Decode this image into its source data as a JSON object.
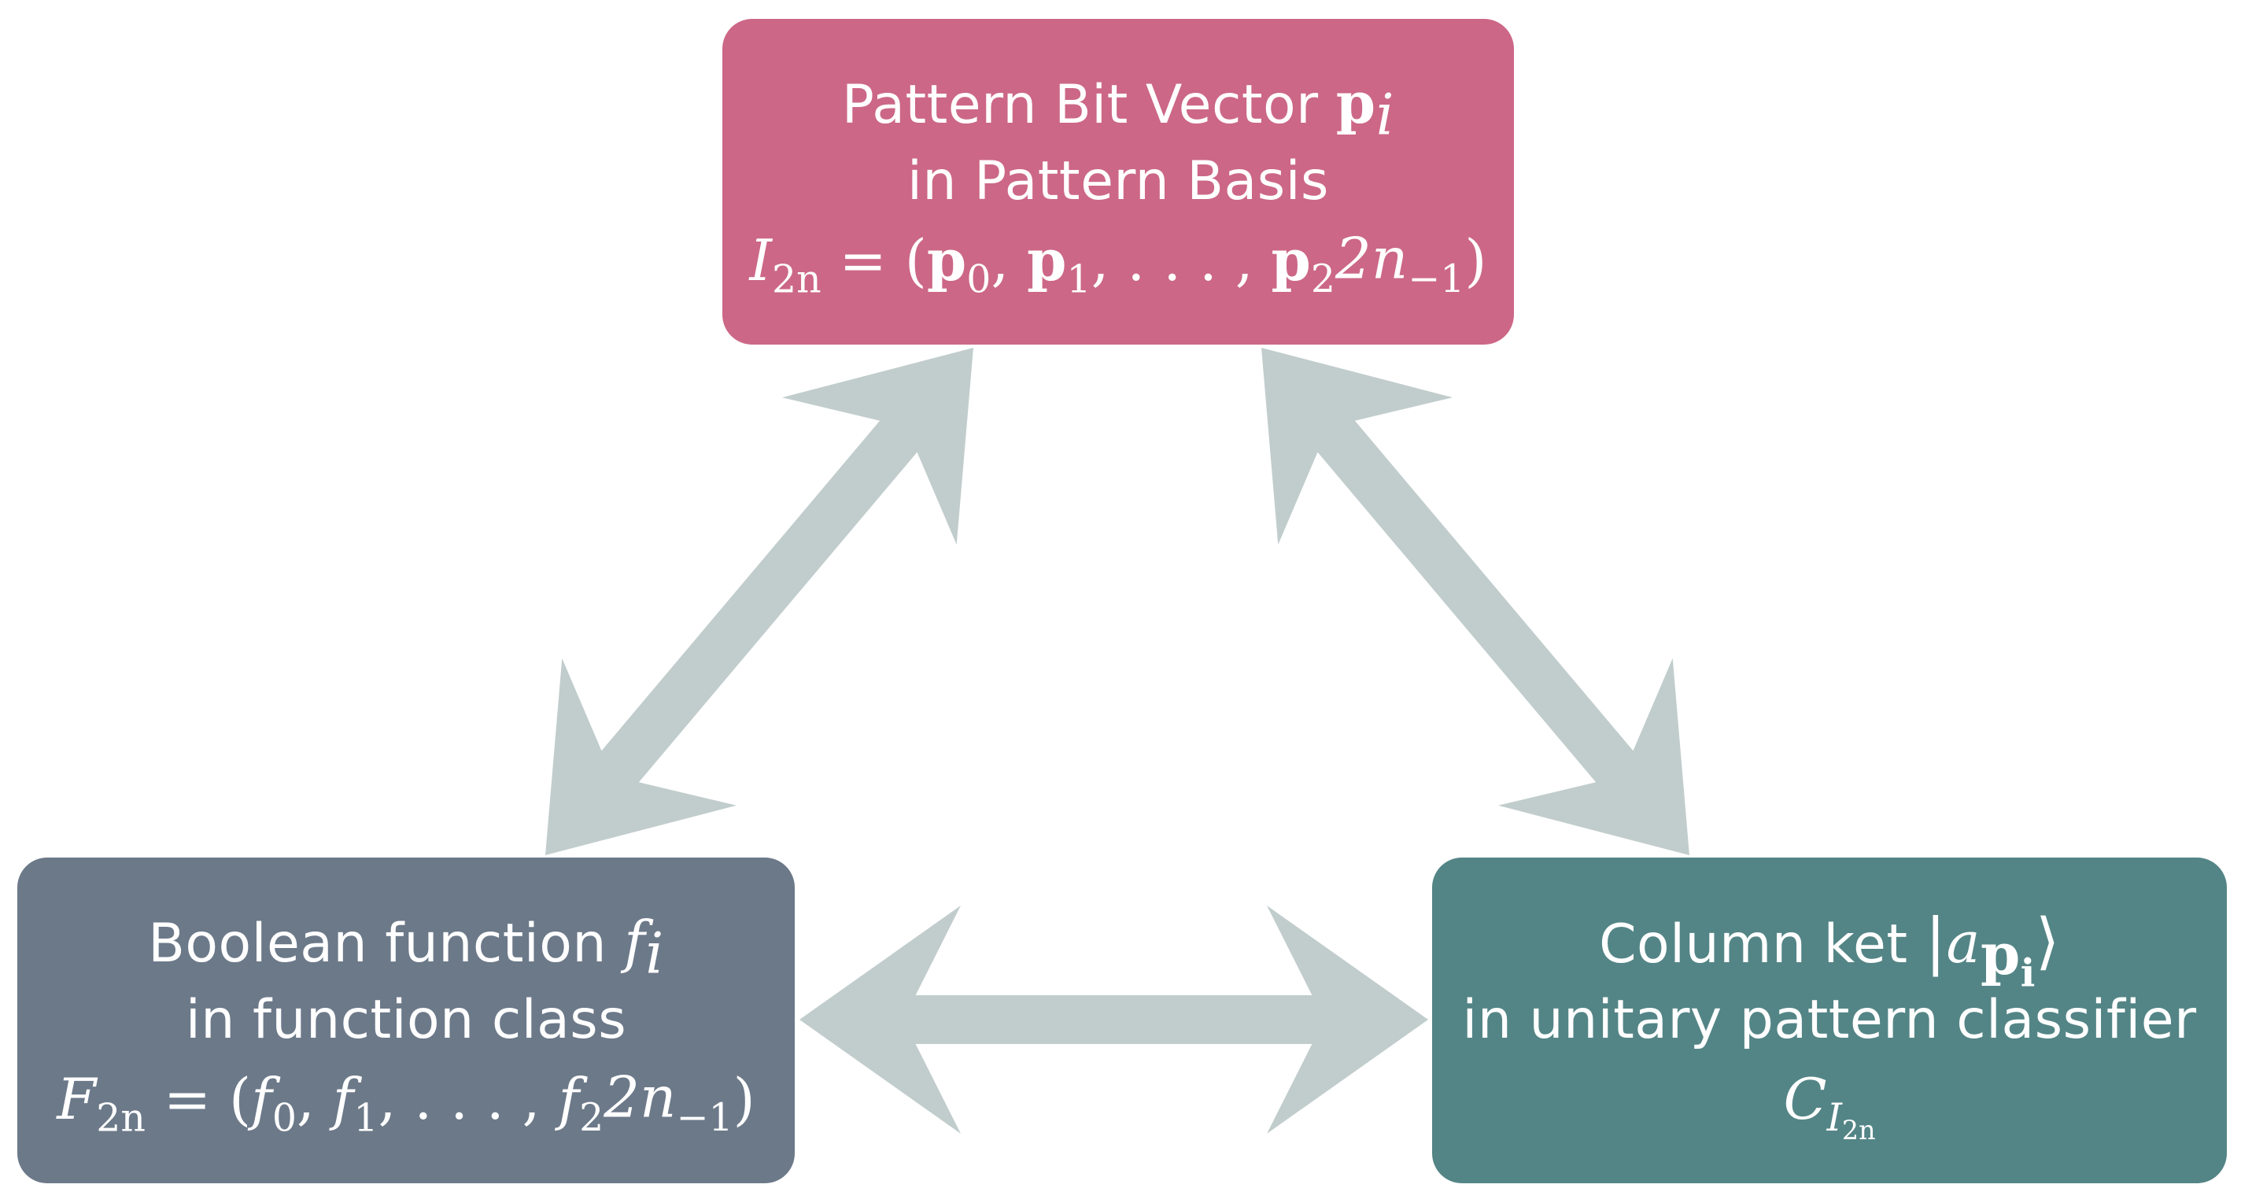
{
  "colors": {
    "top_box": "#cc6787",
    "left_box": "#6c7989",
    "right_box": "#548586",
    "arrow": "#c1cdcc",
    "text": "#ffffff",
    "background": "#ffffff"
  },
  "boxes": {
    "top": {
      "line1": "Pattern Bit Vector",
      "line1_var": "p",
      "line1_sub": "i",
      "line2": "in Pattern Basis",
      "formula": {
        "lhs": "I",
        "lhs_sub": "2n",
        "eq": " = (",
        "v0": "p",
        "v0_sub": "0",
        "sep1": ", ",
        "v1": "p",
        "v1_sub": "1",
        "sep2": ", . . . , ",
        "vn": "p",
        "vn_sub_base": "2",
        "vn_sub_sup": "2n",
        "vn_sub_tail": "−1",
        "close": ")"
      }
    },
    "left": {
      "line1": "Boolean function",
      "line1_var": "f",
      "line1_sub": "i",
      "line2": "in function class",
      "formula": {
        "lhs": "F",
        "lhs_sub": "2n",
        "eq": " = (",
        "v0": "f",
        "v0_sub": "0",
        "sep1": ", ",
        "v1": "f",
        "v1_sub": "1",
        "sep2": ", . . . , ",
        "vn": "f",
        "vn_sub_base": "2",
        "vn_sub_sup": "2n",
        "vn_sub_tail": "−1",
        "close": ")"
      }
    },
    "right": {
      "line1": "Column ket",
      "ket_open": "|",
      "ket_var": "a",
      "ket_sub": "p",
      "ket_sub_sub": "i",
      "ket_close": "⟩",
      "line2": "in unitary pattern classifier",
      "formula": {
        "symbol": "C",
        "sub": "I",
        "sub_sub": "2n"
      }
    }
  },
  "arrows": [
    {
      "name": "top-left",
      "from": "top",
      "to": "left"
    },
    {
      "name": "top-right",
      "from": "top",
      "to": "right"
    },
    {
      "name": "left-right",
      "from": "left",
      "to": "right"
    }
  ]
}
